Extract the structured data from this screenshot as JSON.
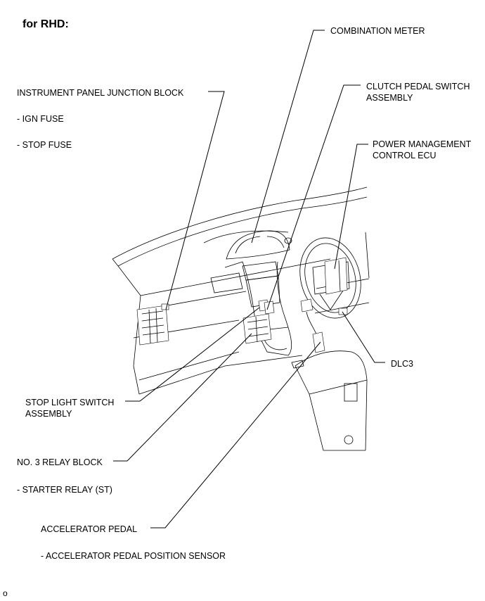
{
  "title": "for RHD:",
  "labels": {
    "combination_meter": "COMBINATION METER",
    "clutch_pedal_switch_1": "CLUTCH PEDAL SWITCH",
    "clutch_pedal_switch_2": "ASSEMBLY",
    "instrument_panel_jb": "INSTRUMENT PANEL JUNCTION BLOCK",
    "ign_fuse": "- IGN FUSE",
    "stop_fuse": "- STOP FUSE",
    "power_mgmt_1": "POWER MANAGEMENT",
    "power_mgmt_2": "CONTROL ECU",
    "dlc3": "DLC3",
    "stop_light_1": "STOP LIGHT SWITCH",
    "stop_light_2": "ASSEMBLY",
    "relay_block": "NO. 3 RELAY BLOCK",
    "starter_relay": "- STARTER RELAY (ST)",
    "accel_pedal": "ACCELERATOR PEDAL",
    "accel_sensor": "- ACCELERATOR PEDAL POSITION SENSOR"
  },
  "footer": "o"
}
